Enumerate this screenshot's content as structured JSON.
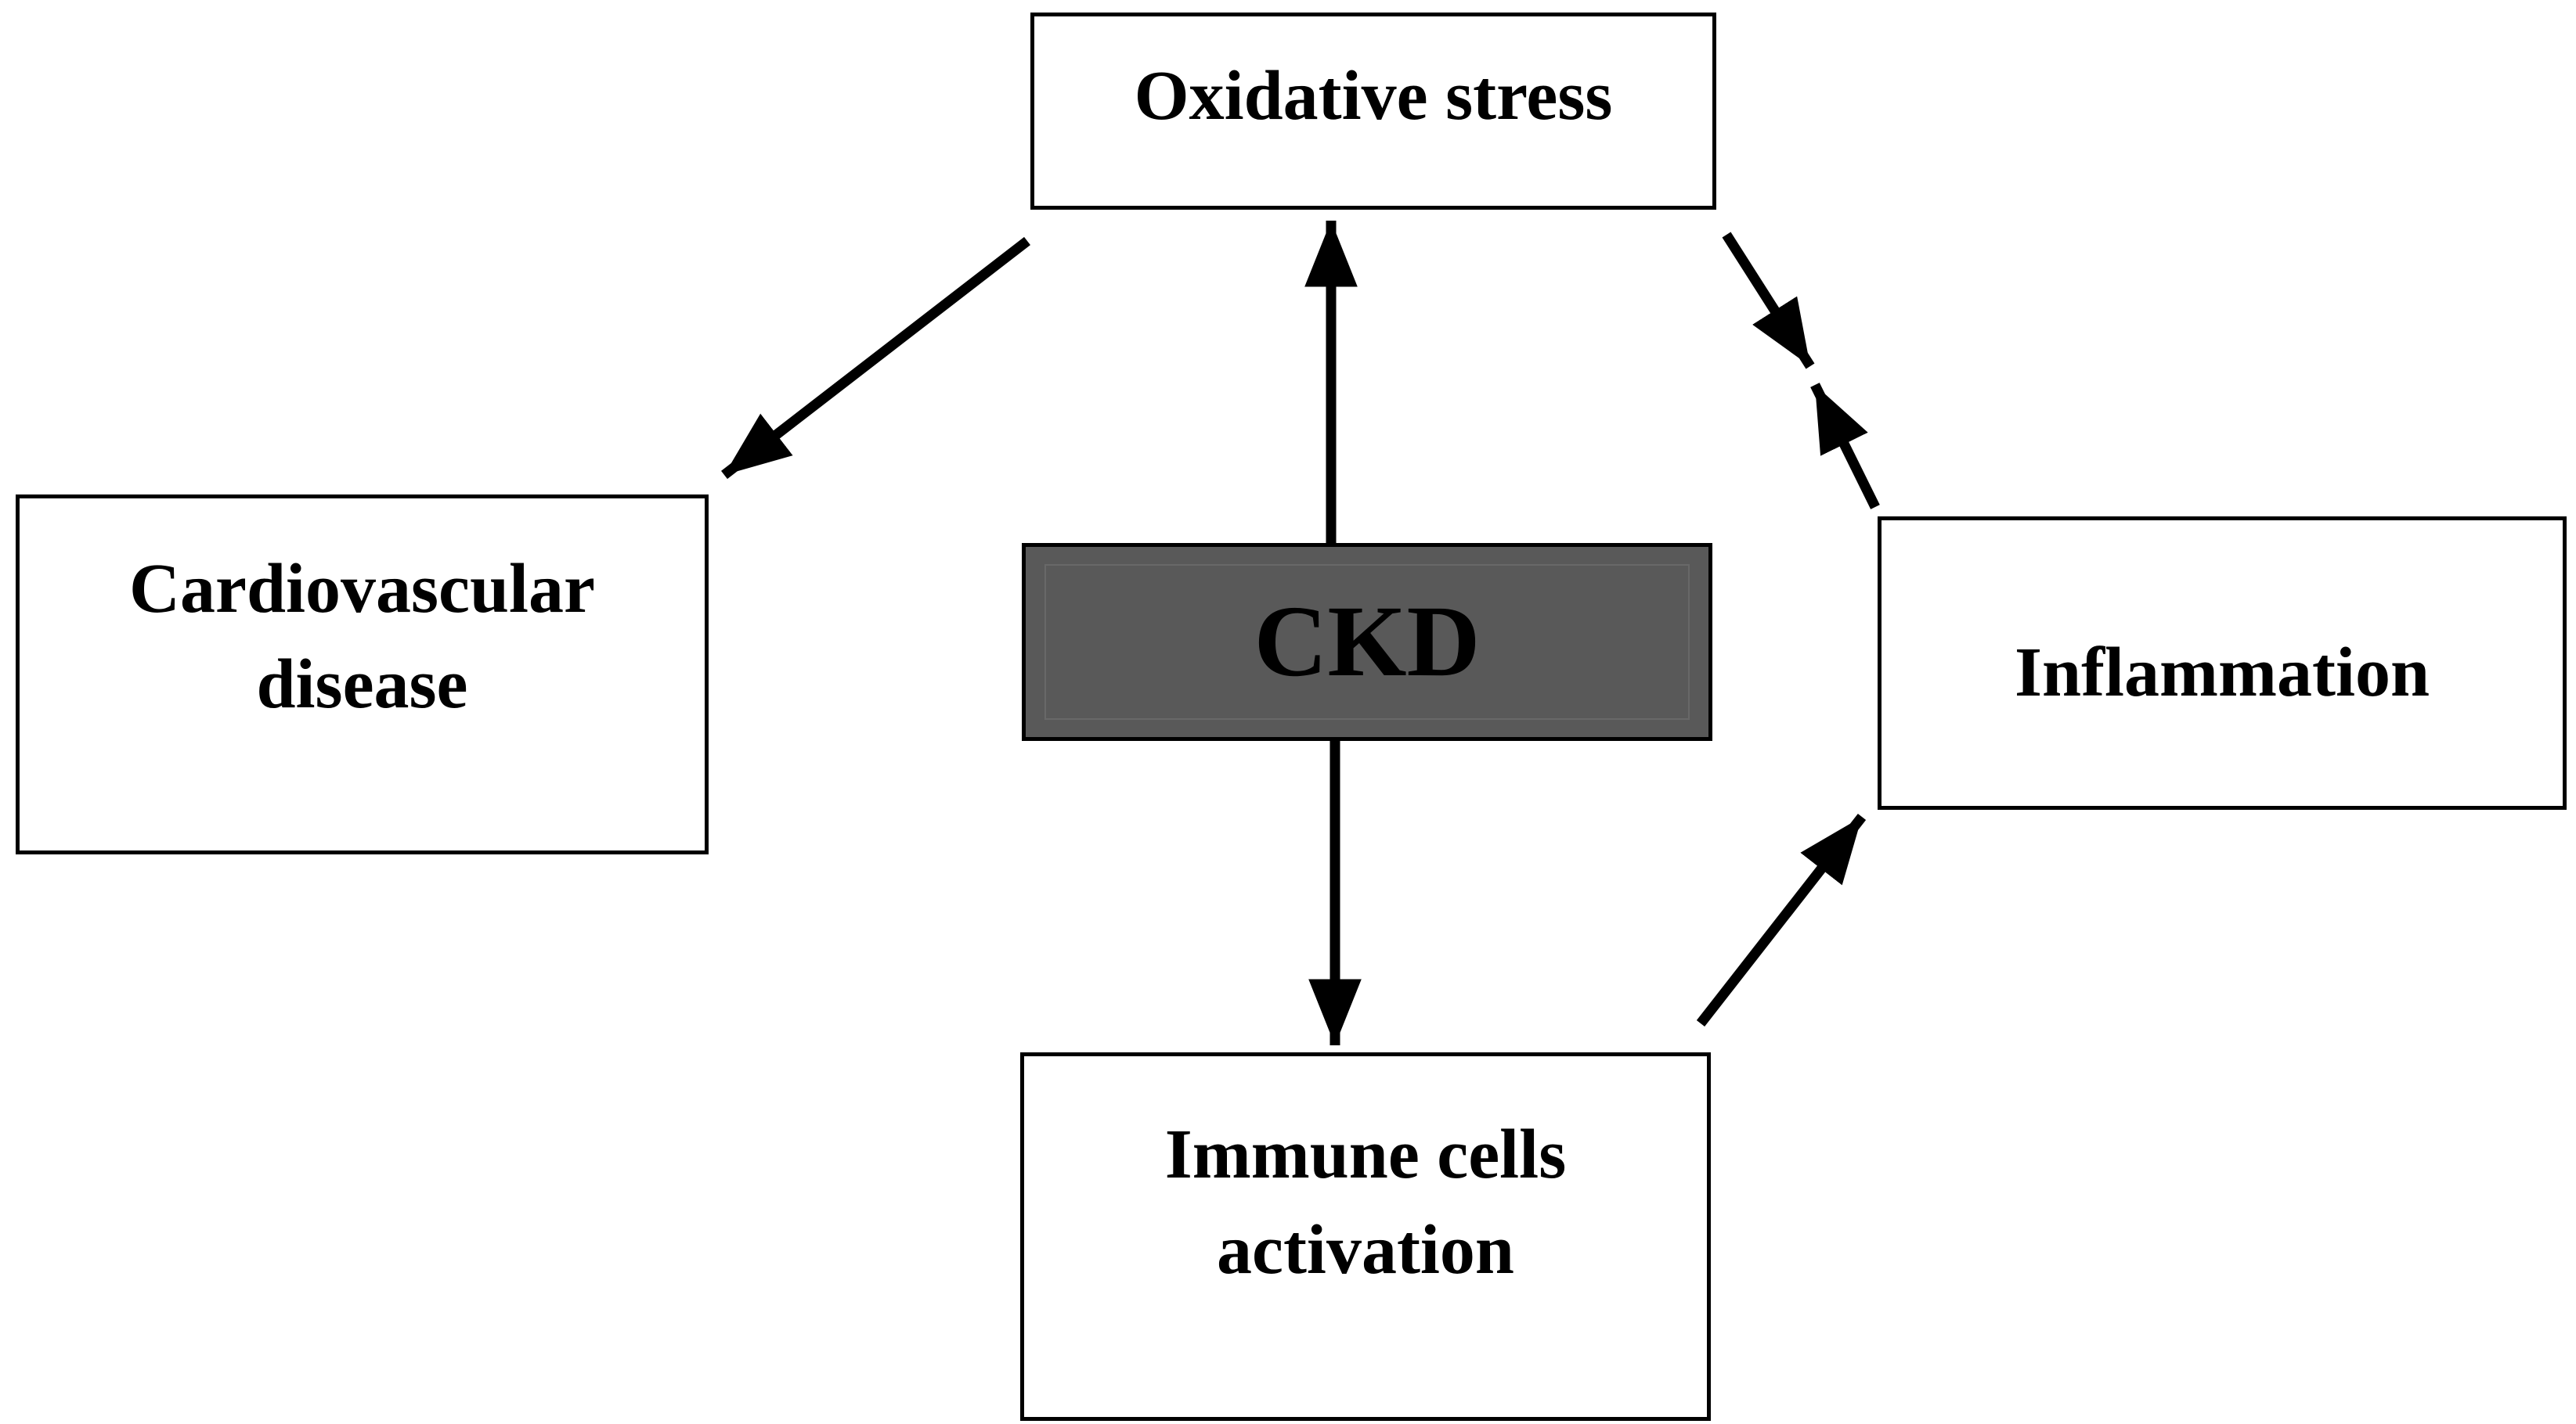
{
  "diagram": {
    "nodes": {
      "oxidative_stress": {
        "label": "Oxidative stress"
      },
      "cardiovascular_disease": {
        "label": "Cardiovascular disease"
      },
      "ckd": {
        "label": "CKD"
      },
      "inflammation": {
        "label": "Inflammation"
      },
      "immune_cells_activation": {
        "label": "Immune cells activation"
      }
    },
    "edges": [
      {
        "from": "ckd",
        "to": "oxidative_stress",
        "style": "straight-up-arrow"
      },
      {
        "from": "ckd",
        "to": "immune_cells_activation",
        "style": "straight-down-arrow"
      },
      {
        "from": "oxidative_stress",
        "to": "cardiovascular_disease",
        "style": "diagonal-arrow-down-left"
      },
      {
        "from": "oxidative_stress",
        "to": "inflammation",
        "style": "diagonal-arrow-down-right"
      },
      {
        "from": "inflammation",
        "to": "oxidative_stress",
        "style": "diagonal-arrow-up-left"
      },
      {
        "from": "immune_cells_activation",
        "to": "inflammation",
        "style": "diagonal-arrow-up-right"
      }
    ],
    "colors": {
      "background": "#ffffff",
      "box_fill": "#ffffff",
      "box_border": "#000000",
      "ckd_fill": "#595959",
      "text": "#000000",
      "arrow": "#000000"
    }
  }
}
